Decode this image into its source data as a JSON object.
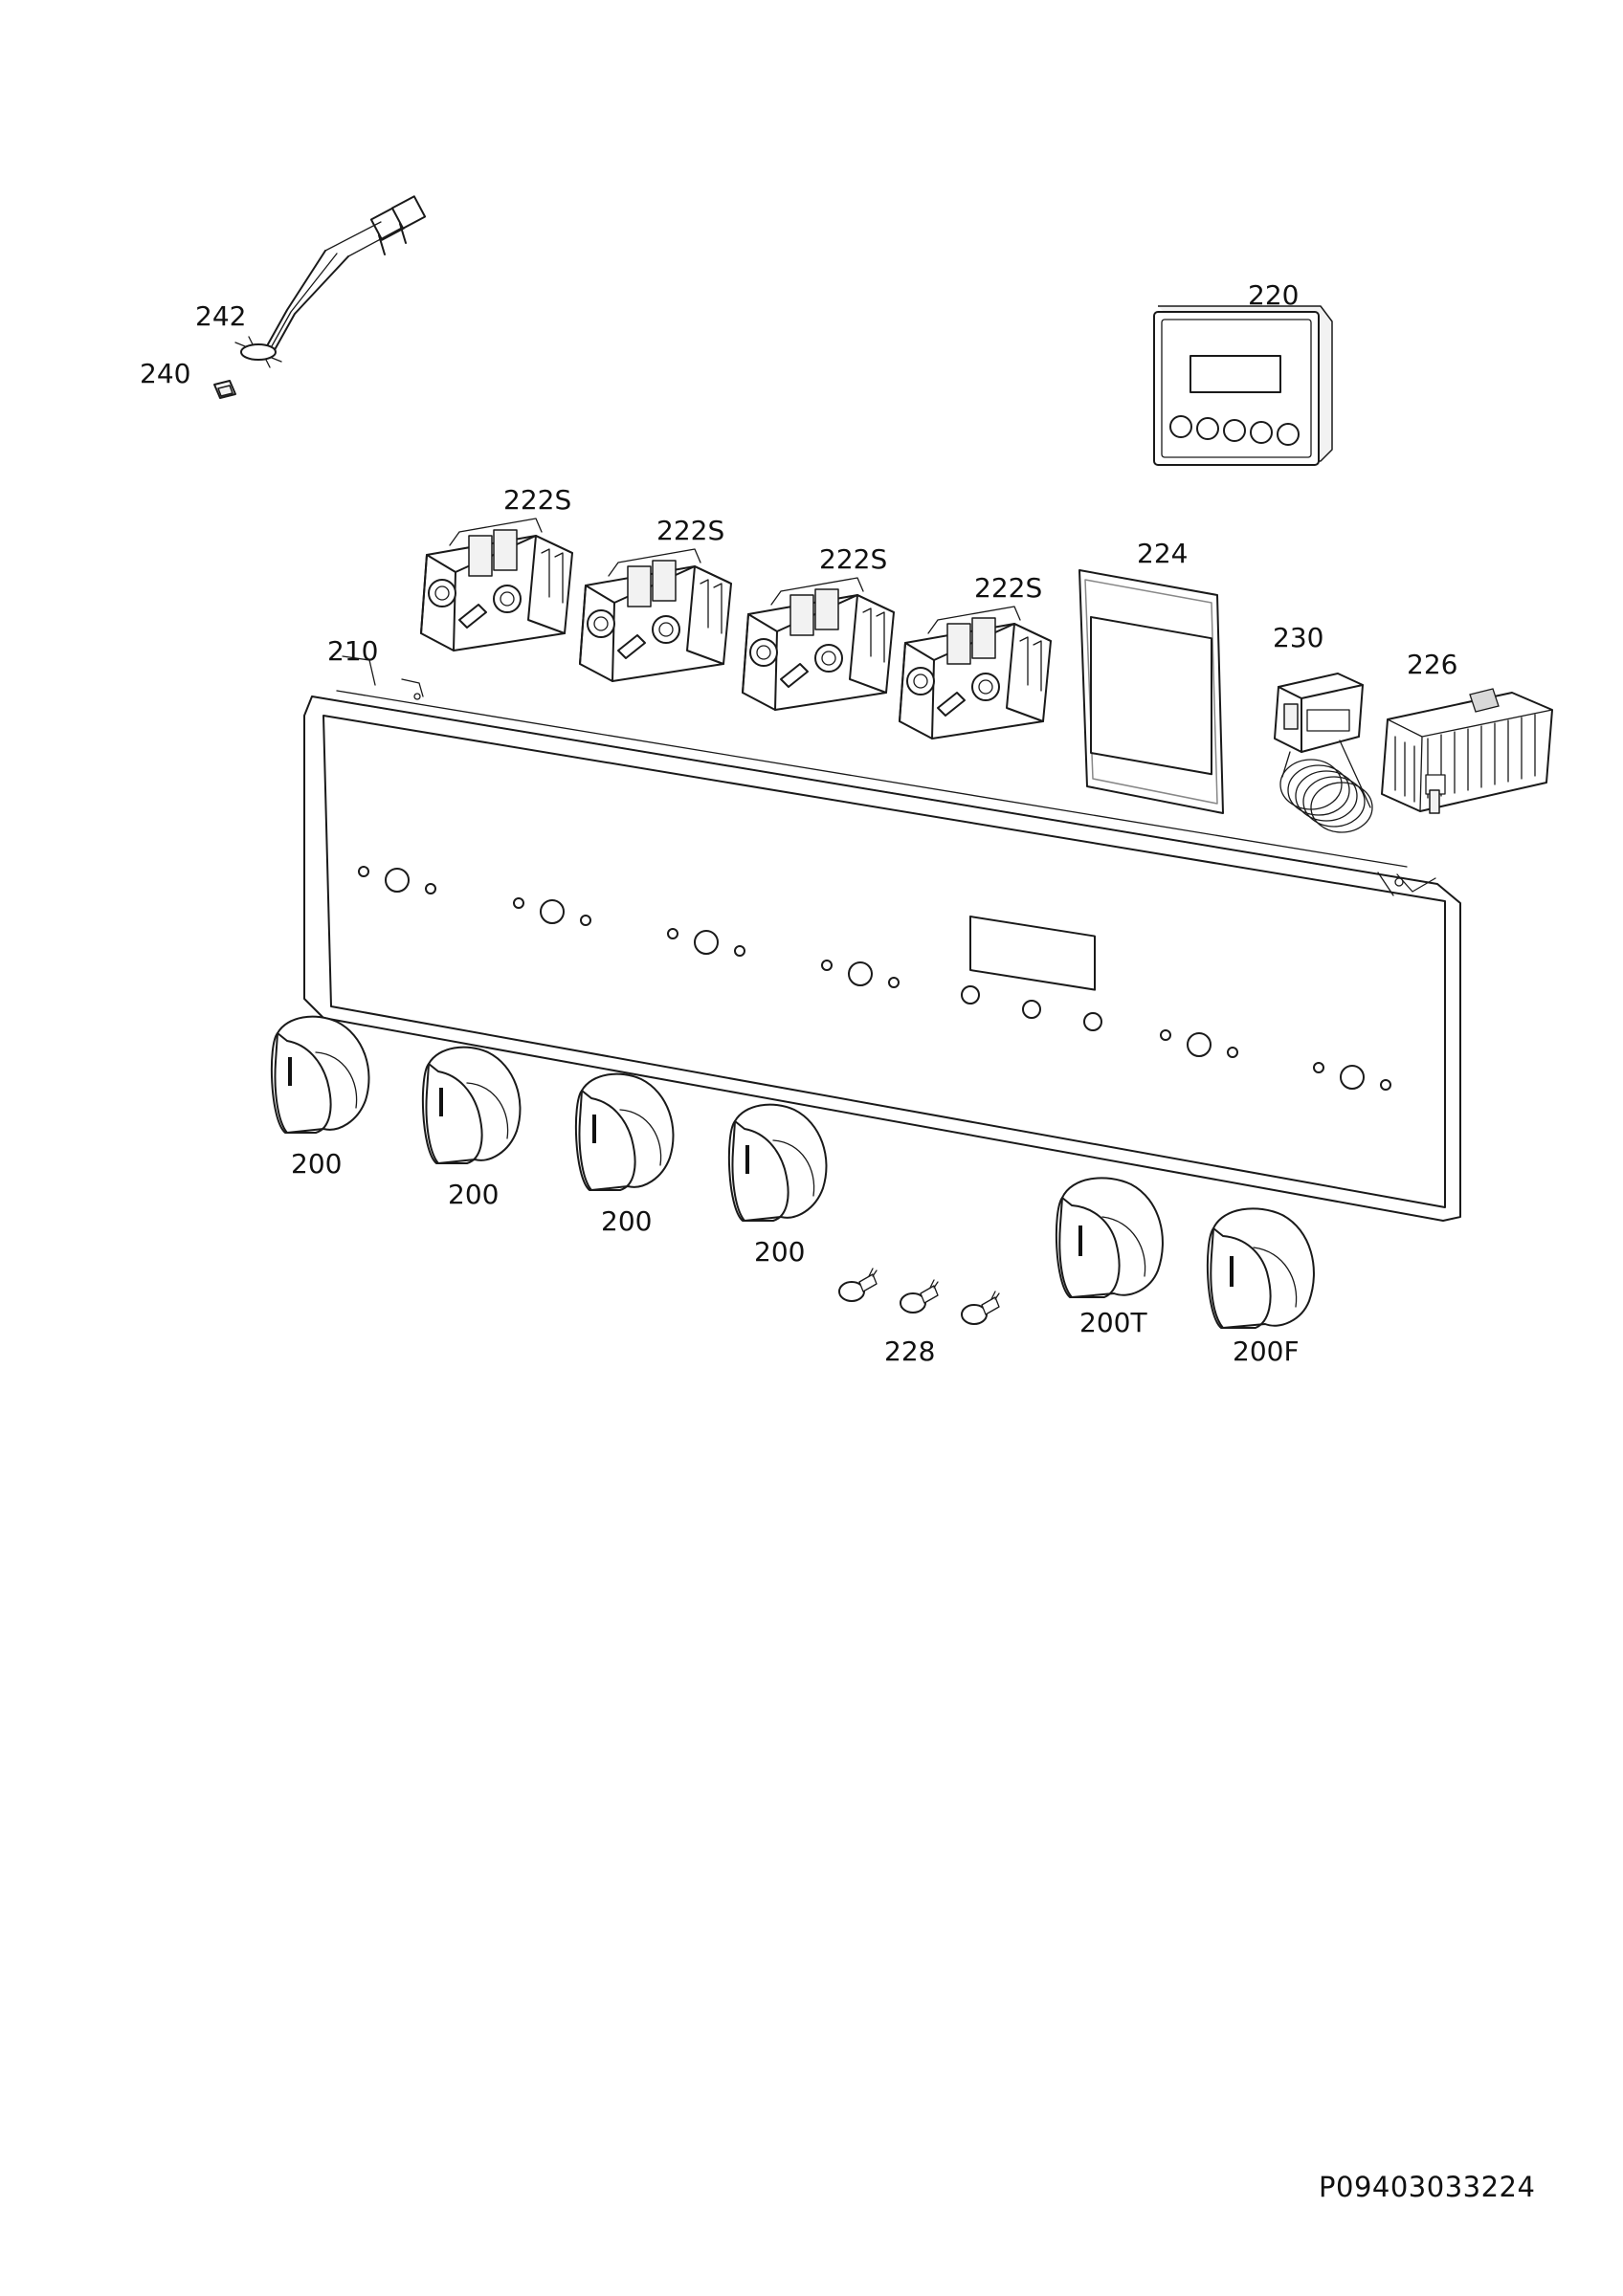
{
  "labels": {
    "p242": "242",
    "p240": "240",
    "p220": "220",
    "p222s_1": "222S",
    "p222s_2": "222S",
    "p222s_3": "222S",
    "p222s_4": "222S",
    "p224": "224",
    "p230": "230",
    "p226": "226",
    "p210": "210",
    "p200_1": "200",
    "p200_2": "200",
    "p200_3": "200",
    "p200_4": "200",
    "p228": "228",
    "p200t": "200T",
    "p200f": "200F"
  },
  "document_number": "P09403033224"
}
